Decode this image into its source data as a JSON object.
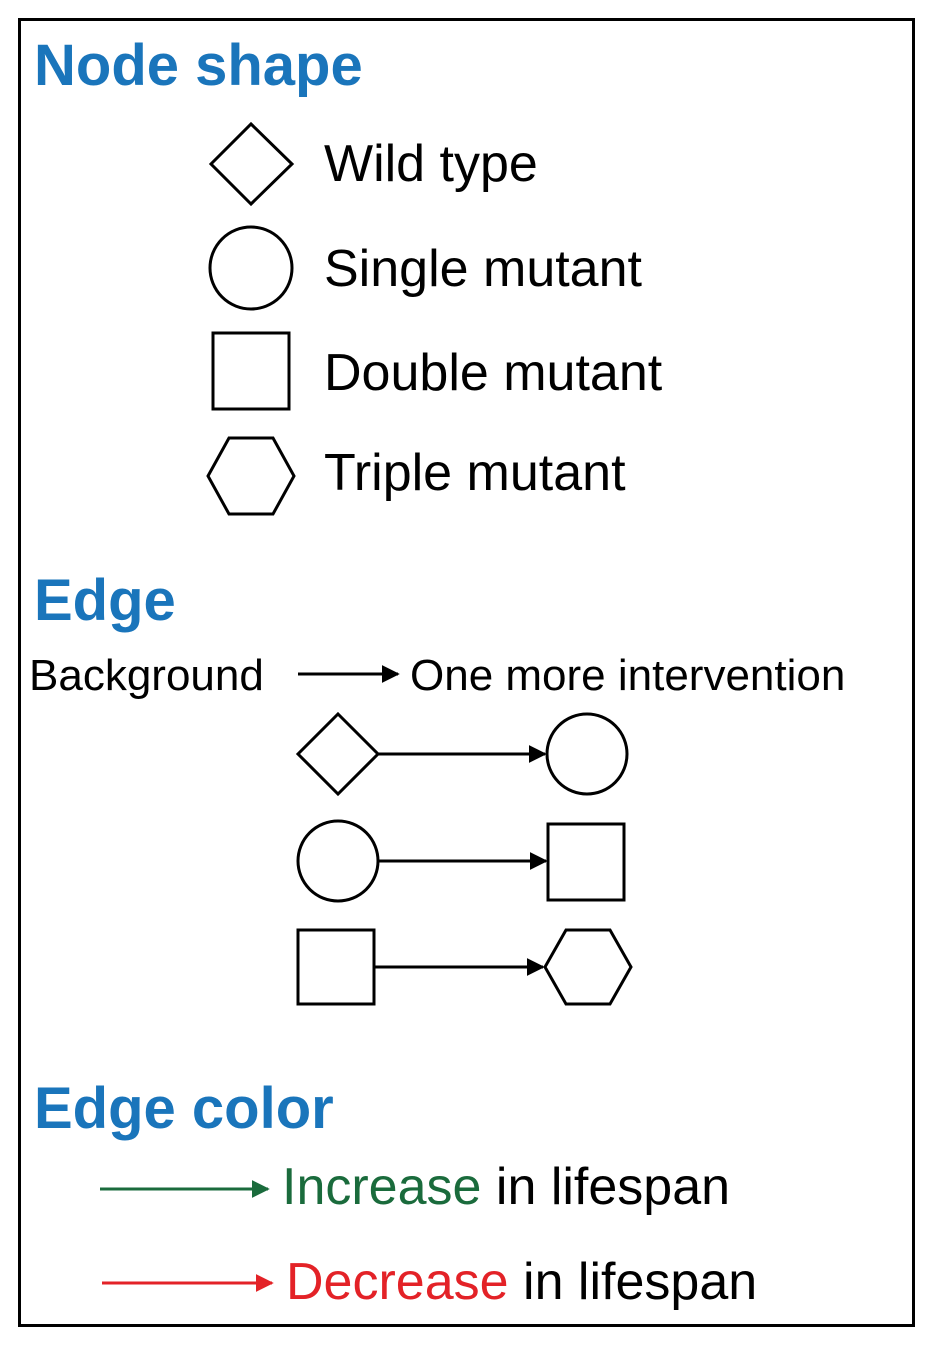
{
  "colors": {
    "heading": "#1a75bb",
    "increase": "#1a6b3c",
    "decrease": "#e32227",
    "stroke": "#000000"
  },
  "node_shape": {
    "title": "Node shape",
    "items": [
      {
        "icon": "diamond-icon",
        "label": "Wild type"
      },
      {
        "icon": "circle-icon",
        "label": "Single mutant"
      },
      {
        "icon": "square-icon",
        "label": "Double mutant"
      },
      {
        "icon": "hexagon-icon",
        "label": "Triple mutant"
      }
    ]
  },
  "edge": {
    "title": "Edge",
    "from_label": "Background",
    "to_label": "One more intervention",
    "examples": [
      {
        "from": "diamond-icon",
        "to": "circle-icon"
      },
      {
        "from": "circle-icon",
        "to": "square-icon"
      },
      {
        "from": "square-icon",
        "to": "hexagon-icon"
      }
    ]
  },
  "edge_color": {
    "title": "Edge color",
    "increase": {
      "word": "Increase",
      "rest": " in lifespan"
    },
    "decrease": {
      "word": "Decrease",
      "rest": " in lifespan"
    }
  }
}
